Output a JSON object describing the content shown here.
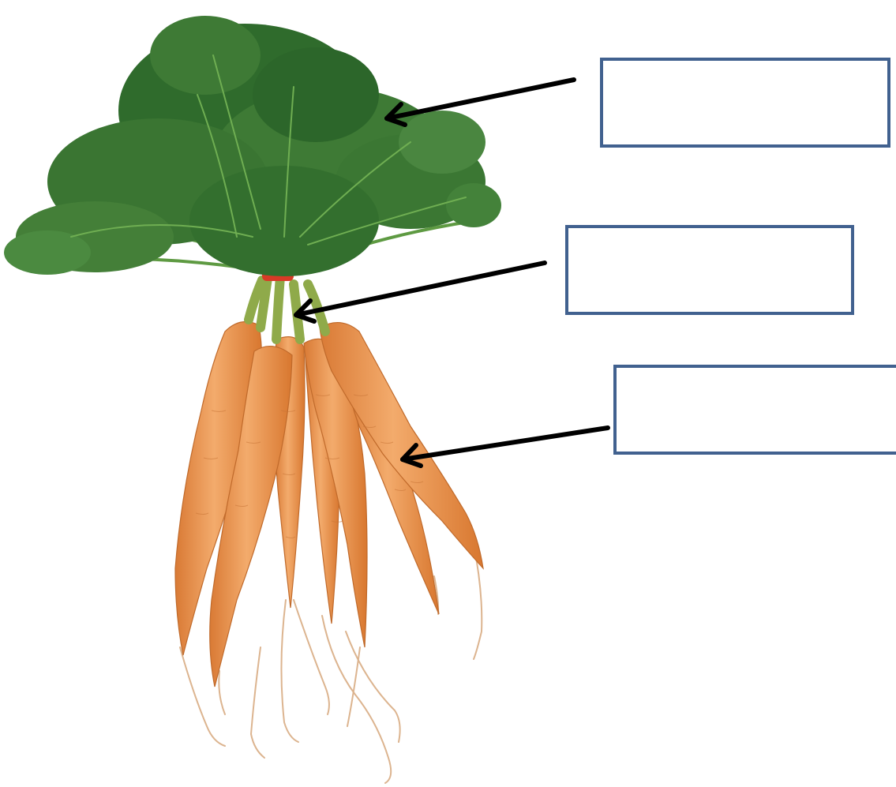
{
  "diagram": {
    "subject": "carrot-bunch",
    "colors": {
      "box_border": "#41618f",
      "arrow": "#000000",
      "carrot_orange": "#ea9a55",
      "leaf_green": "#3e7a35",
      "stem_green": "#8faa4a",
      "tie_red": "#d83a26"
    },
    "labels": [
      {
        "id": "leaves",
        "text": ""
      },
      {
        "id": "stem",
        "text": ""
      },
      {
        "id": "root",
        "text": ""
      }
    ]
  }
}
